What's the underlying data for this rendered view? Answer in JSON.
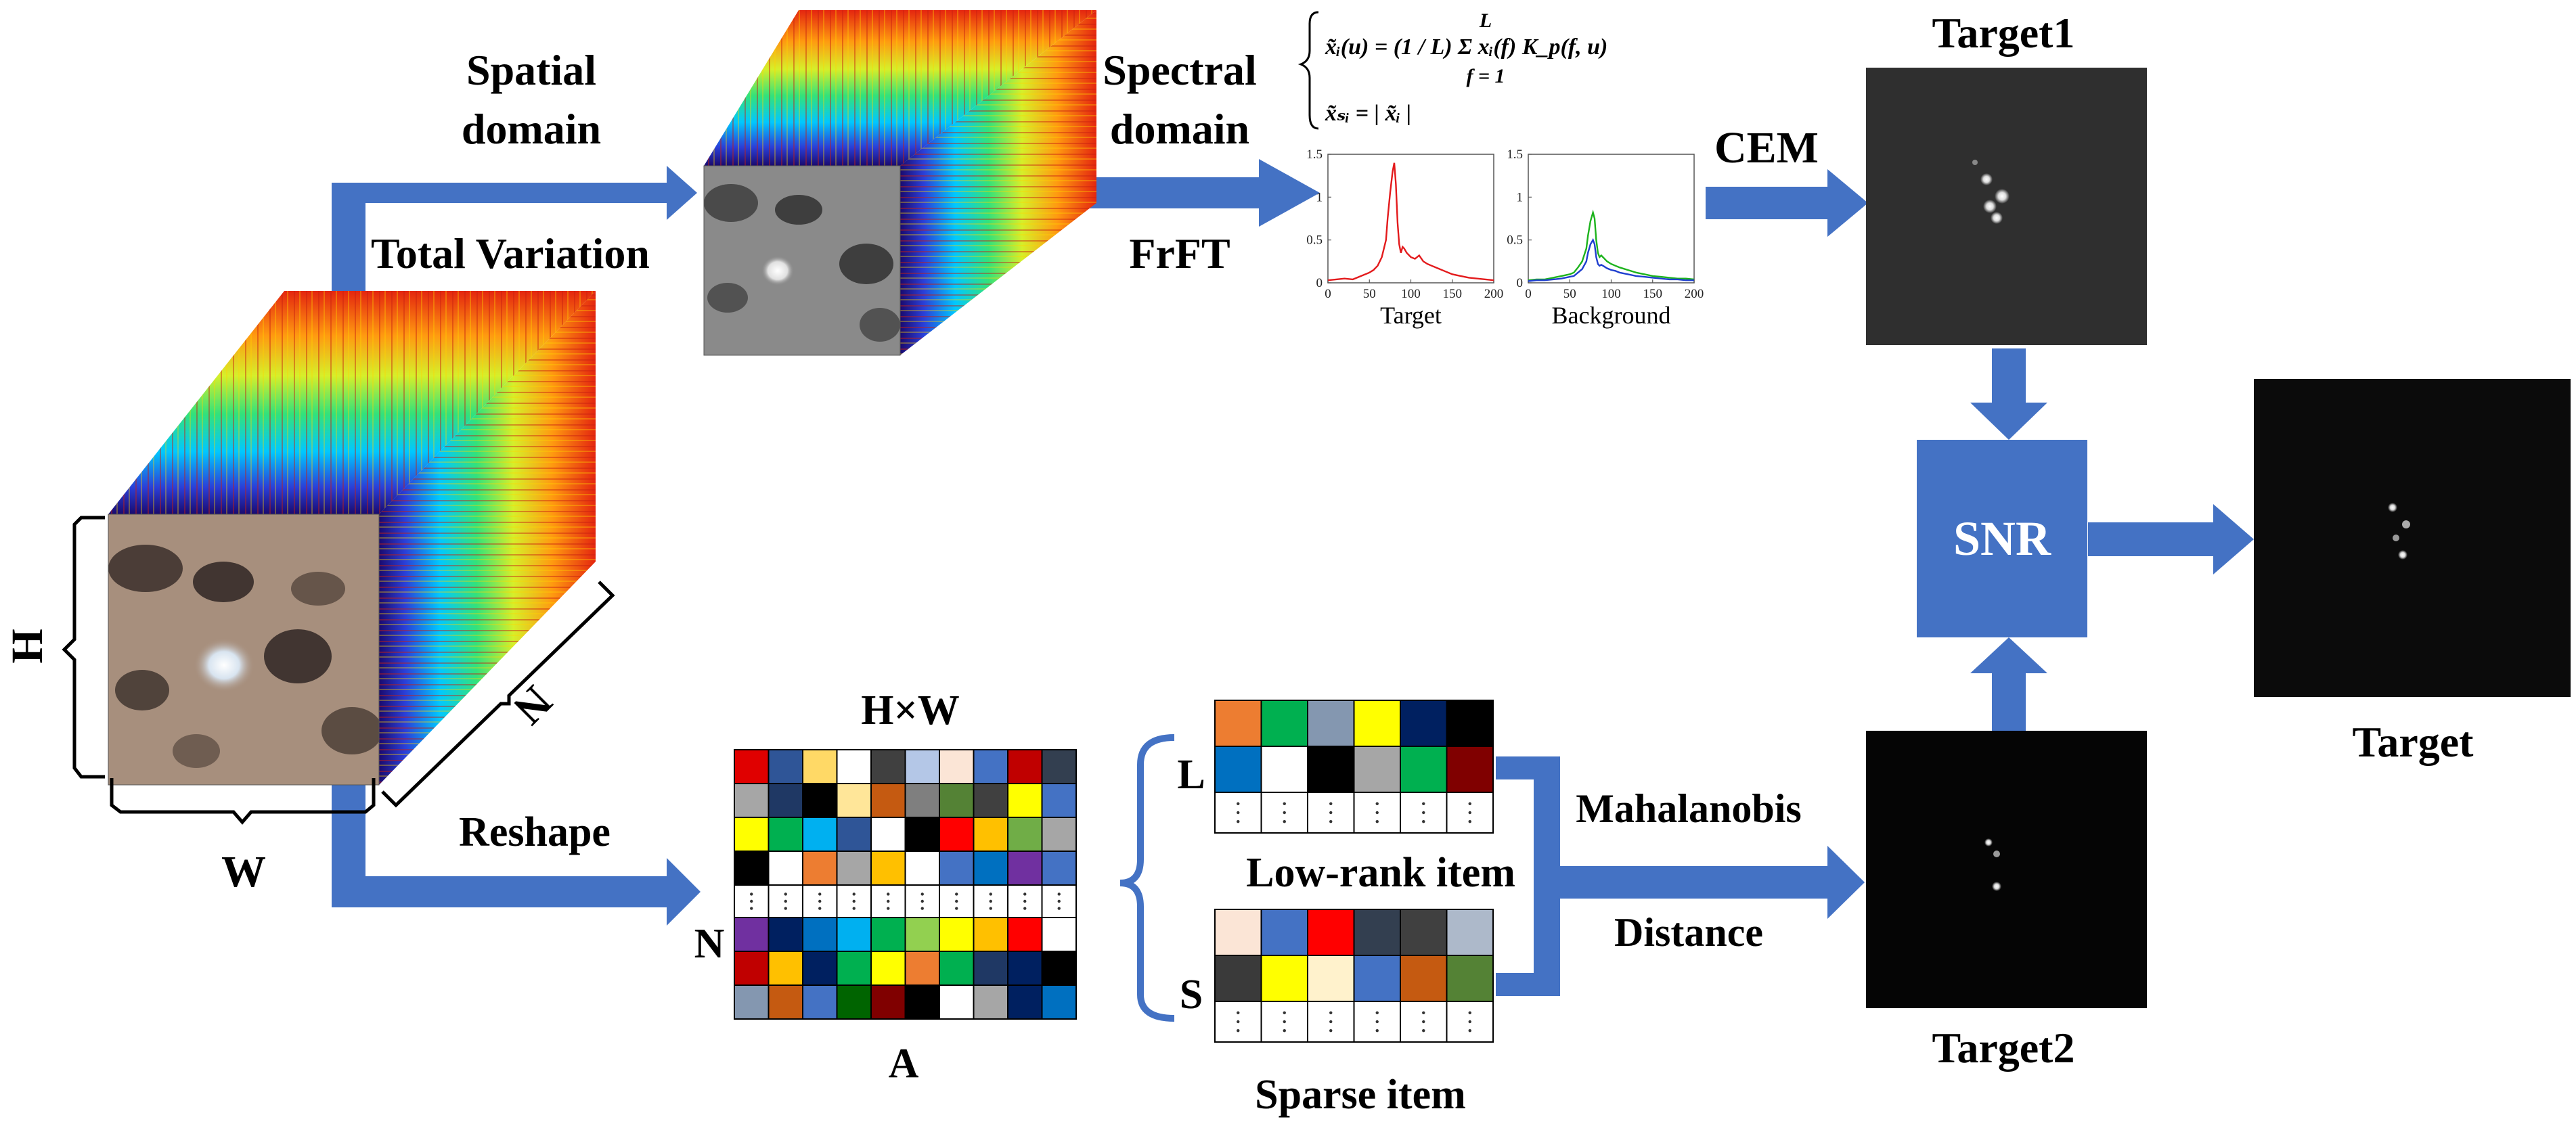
{
  "labels": {
    "spatial_line1": "Spatial",
    "spatial_line2": "domain",
    "total_variation": "Total Variation",
    "spectral_line1": "Spectral",
    "spectral_line2": "domain",
    "frft": "FrFT",
    "cem": "CEM",
    "target1": "Target1",
    "target2": "Target2",
    "target": "Target",
    "snr": "SNR",
    "h": "H",
    "w": "W",
    "n_cube": "N",
    "reshape": "Reshape",
    "hxw": "H×W",
    "n_matrix": "N",
    "a": "A",
    "l": "L",
    "s": "S",
    "low_rank_item": "Low-rank item",
    "sparse_item": "Sparse item",
    "mahalanobis": "Mahalanobis",
    "distance": "Distance"
  },
  "formula": {
    "line1": "x̃ᵢ(u) = (1 / L) Σ xᵢ(f) K_p(f, u)",
    "sum_top": "L",
    "sum_bottom": "f = 1",
    "line2": "x̃ₛᵢ = | x̃ᵢ |"
  },
  "colors": {
    "arrow": "#4472c4",
    "snr_box": "#4472c4",
    "snr_text": "#ffffff",
    "target_line": "#e31a1c",
    "background_line_green": "#1db31d",
    "background_line_blue": "#1f3fcf"
  },
  "matrix_a": {
    "rows": [
      [
        "#e00000",
        "#2f5597",
        "#ffd966",
        "#ffffff",
        "#404040",
        "#b4c7e7",
        "#fbe5d6",
        "#4472c4",
        "#c00000",
        "#333f50"
      ],
      [
        "#a6a6a6",
        "#1f3864",
        "#000000",
        "#ffe699",
        "#c55a11",
        "#7f7f7f",
        "#548235",
        "#404040",
        "#ffff00",
        "#4472c4"
      ],
      [
        "#ffff00",
        "#00b050",
        "#00b0f0",
        "#2f5597",
        "#ffffff",
        "#000000",
        "#ff0000",
        "#ffc000",
        "#70ad47",
        "#a6a6a6"
      ],
      [
        "#000000",
        "#ffffff",
        "#ed7d31",
        "#a6a6a6",
        "#ffc000",
        "#ffffff",
        "#4472c4",
        "#0070c0",
        "#7030a0",
        "#4472c4"
      ],
      [
        "dots",
        "dots",
        "dots",
        "dots",
        "dots",
        "dots",
        "dots",
        "dots",
        "dots",
        "dots"
      ],
      [
        "#7030a0",
        "#002060",
        "#0070c0",
        "#00b0f0",
        "#00b050",
        "#92d050",
        "#ffff00",
        "#ffc000",
        "#ff0000",
        "#ffffff"
      ],
      [
        "#c00000",
        "#ffc000",
        "#002060",
        "#00b050",
        "#ffff00",
        "#ed7d31",
        "#00b050",
        "#1f3864",
        "#002060",
        "#000000"
      ],
      [
        "#8497b0",
        "#c55a11",
        "#4472c4",
        "#006400",
        "#800000",
        "#000000",
        "#ffffff",
        "#a6a6a6",
        "#002060",
        "#0070c0"
      ]
    ]
  },
  "matrix_l": {
    "rows": [
      [
        "#ed7d31",
        "#00b050",
        "#8497b0",
        "#ffff00",
        "#002060",
        "#000000"
      ],
      [
        "#0070c0",
        "#ffffff",
        "#000000",
        "#a6a6a6",
        "#00b050",
        "#800000"
      ],
      [
        "dots",
        "dots",
        "dots",
        "dots",
        "dots",
        "dots"
      ]
    ]
  },
  "matrix_s": {
    "rows": [
      [
        "#fbe5d6",
        "#4472c4",
        "#ff0000",
        "#333f50",
        "#404040",
        "#adb9ca"
      ],
      [
        "#3a3a3a",
        "#ffff00",
        "#fff2cc",
        "#4472c4",
        "#c55a11",
        "#548235"
      ],
      [
        "dots",
        "dots",
        "dots",
        "dots",
        "dots",
        "dots"
      ]
    ]
  },
  "chart_data": [
    {
      "type": "line",
      "xlabel": "Target",
      "xlim": [
        0,
        200
      ],
      "ylim": [
        0,
        1.5
      ],
      "xticks": [
        0,
        50,
        100,
        150,
        200
      ],
      "yticks": [
        0,
        0.5,
        1,
        1.5
      ],
      "series": [
        {
          "color": "#e31a1c",
          "x": [
            0,
            10,
            20,
            30,
            40,
            50,
            55,
            60,
            65,
            70,
            72,
            75,
            78,
            80,
            82,
            84,
            86,
            88,
            90,
            92,
            95,
            100,
            105,
            110,
            115,
            120,
            125,
            130,
            140,
            150,
            160,
            170,
            180,
            190,
            200
          ],
          "y": [
            0.03,
            0.04,
            0.05,
            0.04,
            0.08,
            0.12,
            0.15,
            0.2,
            0.3,
            0.5,
            0.75,
            1.05,
            1.3,
            1.4,
            1.15,
            0.7,
            0.45,
            0.35,
            0.42,
            0.4,
            0.35,
            0.3,
            0.28,
            0.32,
            0.25,
            0.22,
            0.2,
            0.18,
            0.14,
            0.1,
            0.08,
            0.06,
            0.05,
            0.04,
            0.03
          ]
        }
      ]
    },
    {
      "type": "line",
      "xlabel": "Background",
      "xlim": [
        0,
        200
      ],
      "ylim": [
        0,
        1.5
      ],
      "xticks": [
        0,
        50,
        100,
        150,
        200
      ],
      "yticks": [
        0,
        0.5,
        1,
        1.5
      ],
      "series": [
        {
          "color": "#1db31d",
          "x": [
            0,
            10,
            20,
            30,
            40,
            50,
            55,
            60,
            65,
            70,
            72,
            75,
            78,
            80,
            82,
            84,
            86,
            88,
            90,
            95,
            100,
            105,
            110,
            120,
            130,
            140,
            150,
            160,
            170,
            180,
            190,
            200
          ],
          "y": [
            0.03,
            0.04,
            0.04,
            0.06,
            0.08,
            0.1,
            0.12,
            0.18,
            0.25,
            0.4,
            0.55,
            0.72,
            0.82,
            0.75,
            0.5,
            0.35,
            0.3,
            0.32,
            0.3,
            0.25,
            0.22,
            0.2,
            0.18,
            0.15,
            0.12,
            0.1,
            0.08,
            0.07,
            0.06,
            0.05,
            0.05,
            0.04
          ]
        },
        {
          "color": "#1f3fcf",
          "x": [
            0,
            10,
            20,
            30,
            40,
            50,
            55,
            60,
            65,
            70,
            72,
            75,
            78,
            80,
            82,
            84,
            86,
            88,
            90,
            95,
            100,
            105,
            110,
            120,
            130,
            140,
            150,
            160,
            170,
            180,
            190,
            200
          ],
          "y": [
            0.02,
            0.03,
            0.03,
            0.04,
            0.05,
            0.07,
            0.08,
            0.12,
            0.16,
            0.25,
            0.35,
            0.45,
            0.5,
            0.45,
            0.3,
            0.22,
            0.2,
            0.21,
            0.2,
            0.17,
            0.15,
            0.14,
            0.12,
            0.1,
            0.08,
            0.07,
            0.06,
            0.05,
            0.04,
            0.04,
            0.03,
            0.03
          ]
        }
      ]
    }
  ]
}
